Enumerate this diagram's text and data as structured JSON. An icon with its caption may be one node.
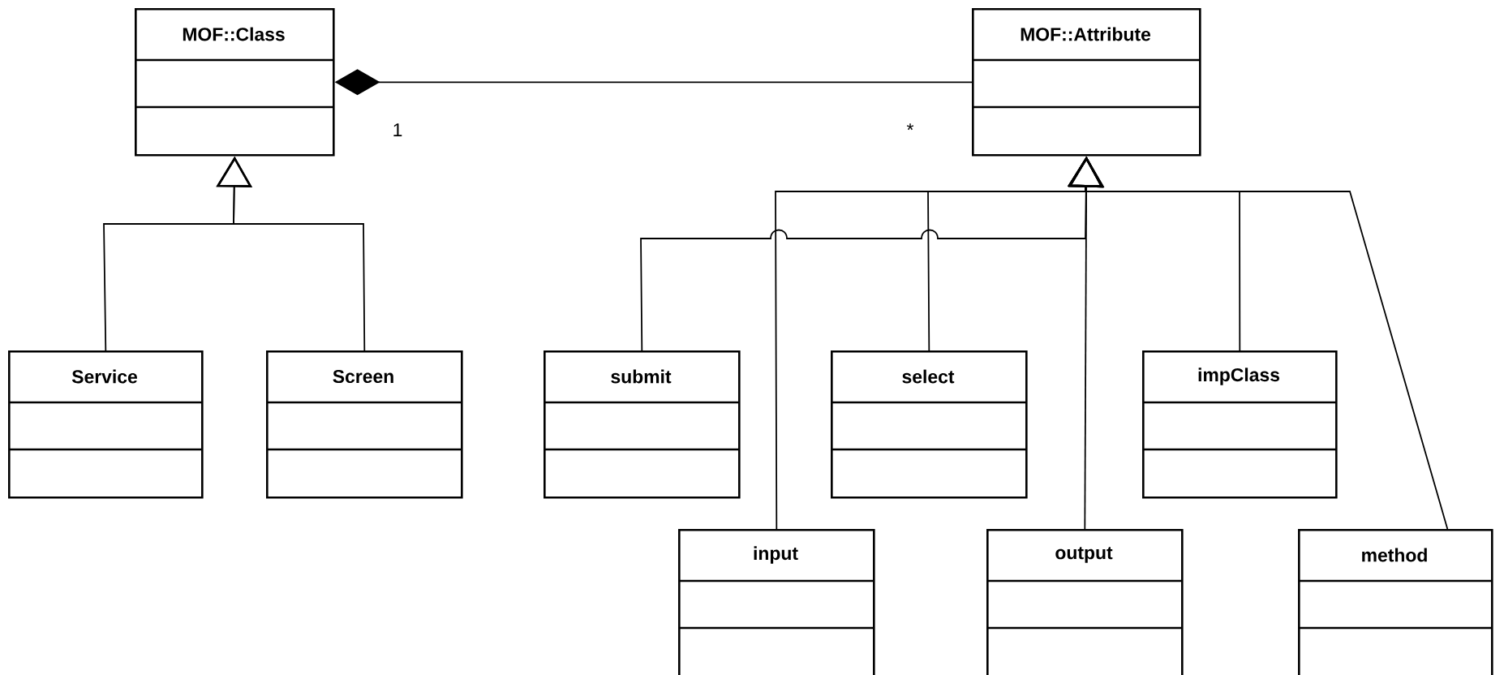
{
  "diagram": {
    "nodes": [
      {
        "text": [
          "MOF::Class"
        ]
      },
      {
        "text": [
          "MOF::Attribute"
        ]
      },
      {
        "text": [
          "Service"
        ]
      },
      {
        "text": [
          "Screen"
        ]
      },
      {
        "text": [
          "submit"
        ]
      },
      {
        "text": [
          "select"
        ]
      },
      {
        "text": [
          "impClass"
        ]
      },
      {
        "text": [
          "input"
        ]
      },
      {
        "text": [
          "output"
        ]
      },
      {
        "text": [
          "method"
        ]
      }
    ],
    "edges": [
      {
        "from": 0,
        "to": 1,
        "arrow": "other"
      },
      {
        "from": 2,
        "to": 0,
        "arrow": "to"
      },
      {
        "from": 3,
        "to": 0,
        "arrow": "to"
      },
      {
        "from": 4,
        "to": 1,
        "arrow": "to"
      },
      {
        "from": 5,
        "to": 1,
        "arrow": "to"
      },
      {
        "from": 6,
        "to": 1,
        "arrow": "to"
      },
      {
        "from": 7,
        "to": 1,
        "arrow": "to"
      },
      {
        "from": 8,
        "to": 1,
        "arrow": "to"
      },
      {
        "from": 9,
        "to": 1,
        "arrow": "to"
      }
    ],
    "labels": [
      "1",
      "*"
    ]
  }
}
